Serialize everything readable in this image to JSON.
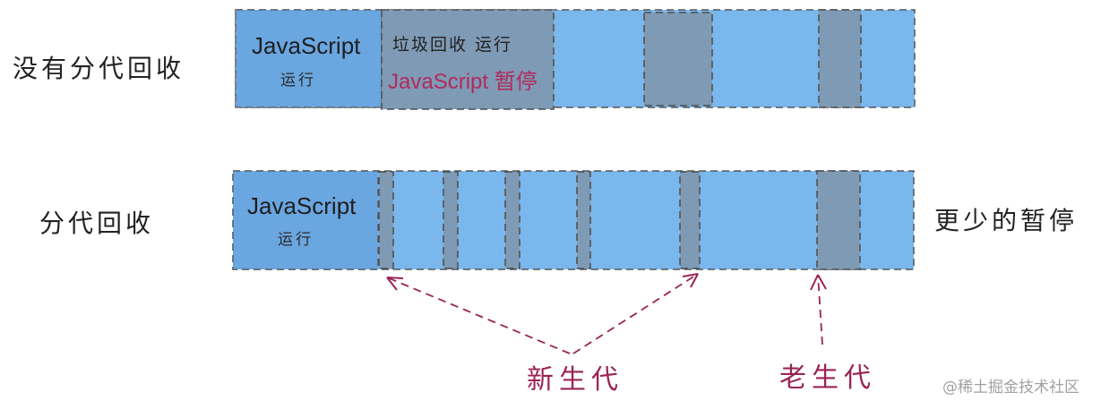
{
  "rows": {
    "top": {
      "label": "没有分代回收",
      "js_title": "JavaScript",
      "js_sub": "运行",
      "gc_title": "垃圾回收 运行",
      "pause_title": "JavaScript 暂停"
    },
    "bottom": {
      "label": "分代回收",
      "js_title": "JavaScript",
      "js_sub": "运行",
      "right_note": "更少的暂停"
    }
  },
  "annotations": {
    "young_gen": "新生代",
    "old_gen": "老生代"
  },
  "watermark": "@稀土掘金技术社区",
  "colors": {
    "bar": "#79b7ed",
    "gc_block": "#7f9ab4",
    "accent": "#9a2356"
  }
}
